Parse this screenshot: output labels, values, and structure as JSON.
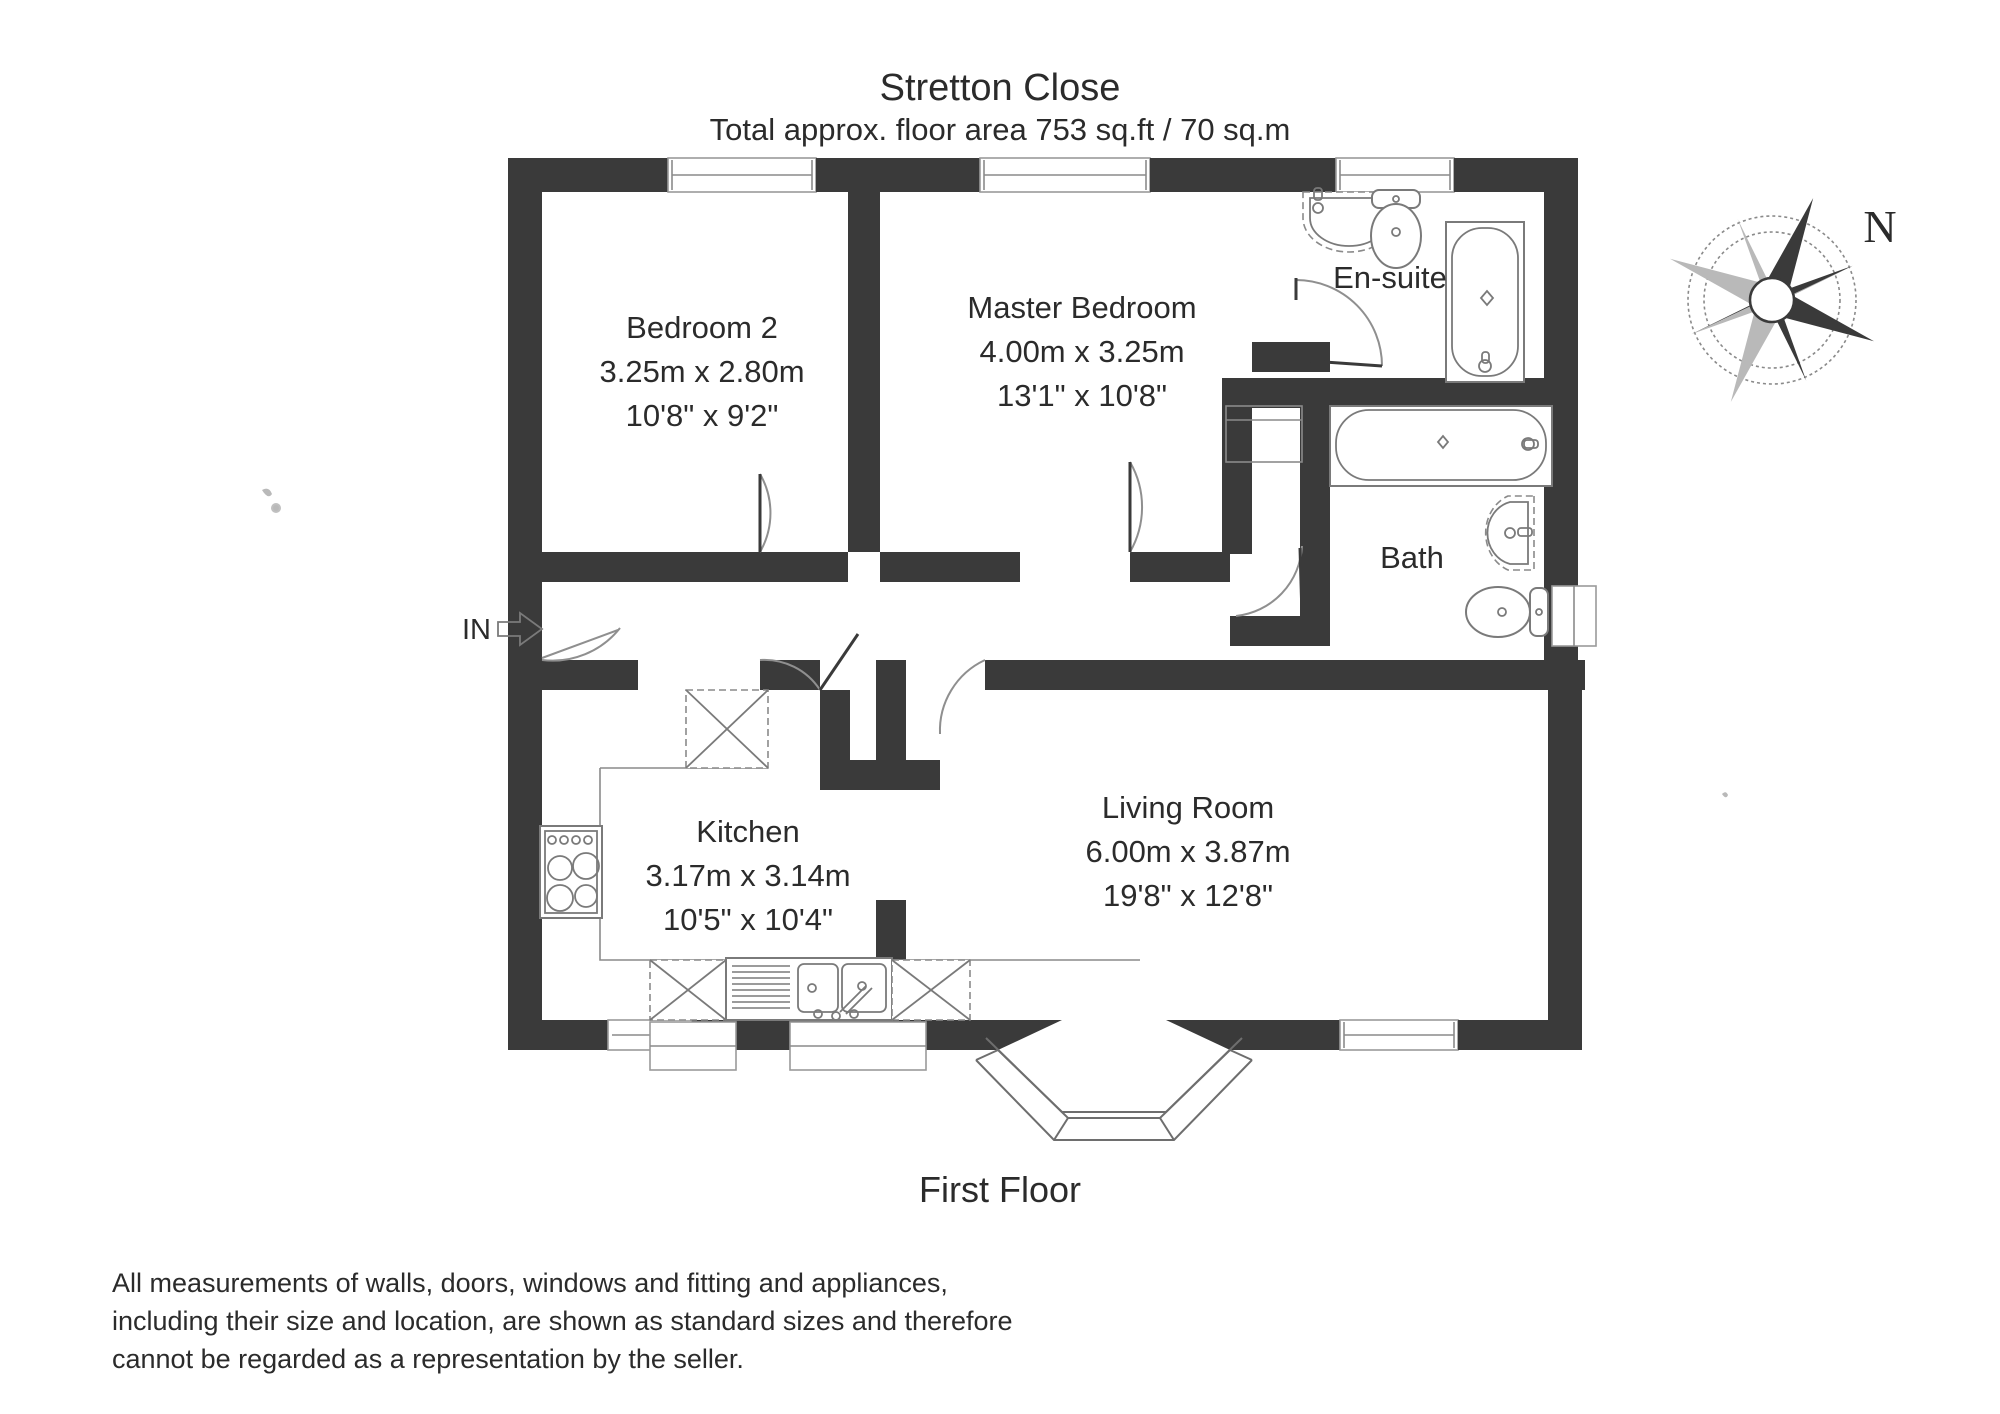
{
  "header": {
    "title": "Stretton Close",
    "subtitle": "Total approx. floor area 753 sq.ft / 70 sq.m"
  },
  "floor_label": "First Floor",
  "entrance": {
    "label": "IN",
    "icon": "arrow-right-icon"
  },
  "compass": {
    "label": "N",
    "icon": "compass-rose-icon"
  },
  "rooms": [
    {
      "key": "bedroom2",
      "name": "Bedroom 2",
      "metric": "3.25m x 2.80m",
      "imperial": "10'8\" x 9'2\""
    },
    {
      "key": "master_bedroom",
      "name": "Master Bedroom",
      "metric": "4.00m x 3.25m",
      "imperial": "13'1\" x 10'8\""
    },
    {
      "key": "ensuite",
      "name": "En-suite",
      "metric": "",
      "imperial": ""
    },
    {
      "key": "bath",
      "name": "Bath",
      "metric": "",
      "imperial": ""
    },
    {
      "key": "kitchen",
      "name": "Kitchen",
      "metric": "3.17m x 3.14m",
      "imperial": "10'5\" x 10'4\""
    },
    {
      "key": "living_room",
      "name": "Living Room",
      "metric": "6.00m x 3.87m",
      "imperial": "19'8\" x 12'8\""
    }
  ],
  "disclaimer": {
    "line1": "All measurements of walls, doors, windows and fitting and appliances,",
    "line2": "including their size and location, are shown as standard sizes and therefore",
    "line3": "cannot be regarded as a representation by the seller."
  },
  "fixtures": [
    "ensuite-basin-icon",
    "ensuite-toilet-icon",
    "ensuite-bath-icon",
    "bath-bathtub-icon",
    "bath-basin-icon",
    "bath-toilet-icon",
    "kitchen-hob-icon",
    "kitchen-sink-icon",
    "kitchen-cabinet-icon"
  ],
  "colors": {
    "wall": "#3a3a3a",
    "text": "#2b2b2b",
    "fixture_stroke": "#7a7a7a",
    "background": "#ffffff"
  }
}
